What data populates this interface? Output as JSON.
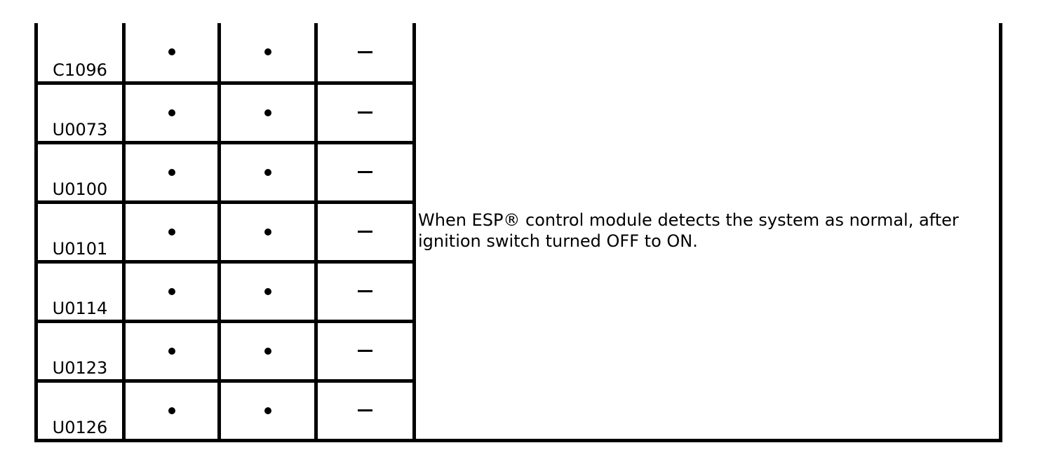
{
  "document": {
    "type": "dtc-indicator-table",
    "colors": {
      "background": "#ffffff",
      "rule": "#000000",
      "text": "#000000"
    },
    "note": "When ESP® control module detects the system as normal, after ignition switch turned OFF to ON.",
    "symbols": {
      "dot": "bullet-indicator",
      "dash": "dash-indicator"
    },
    "rows": [
      {
        "code": "C1096",
        "cells": [
          "dot",
          "dot",
          "dash"
        ]
      },
      {
        "code": "U0073",
        "cells": [
          "dot",
          "dot",
          "dash"
        ]
      },
      {
        "code": "U0100",
        "cells": [
          "dot",
          "dot",
          "dash"
        ]
      },
      {
        "code": "U0101",
        "cells": [
          "dot",
          "dot",
          "dash"
        ]
      },
      {
        "code": "U0114",
        "cells": [
          "dot",
          "dot",
          "dash"
        ]
      },
      {
        "code": "U0123",
        "cells": [
          "dot",
          "dot",
          "dash"
        ]
      },
      {
        "code": "U0126",
        "cells": [
          "dot",
          "dot",
          "dash"
        ]
      }
    ]
  }
}
